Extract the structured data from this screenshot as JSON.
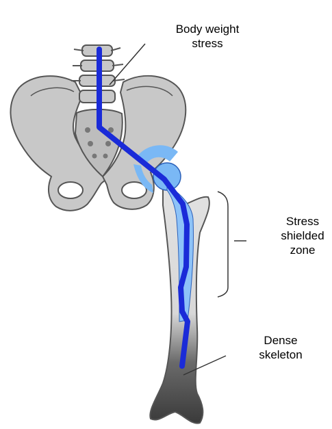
{
  "labels": {
    "body_weight": [
      "Body weight",
      "stress"
    ],
    "stress_shielded": [
      "Stress",
      "shielded",
      "zone"
    ],
    "dense": [
      "Dense",
      "skeleton"
    ]
  },
  "colors": {
    "bone_fill": "#c8c8c8",
    "bone_stroke": "#555555",
    "load_path": "#1a2bd8",
    "implant": "#7ab8f5",
    "dense_bone": "#3d3d3d"
  }
}
